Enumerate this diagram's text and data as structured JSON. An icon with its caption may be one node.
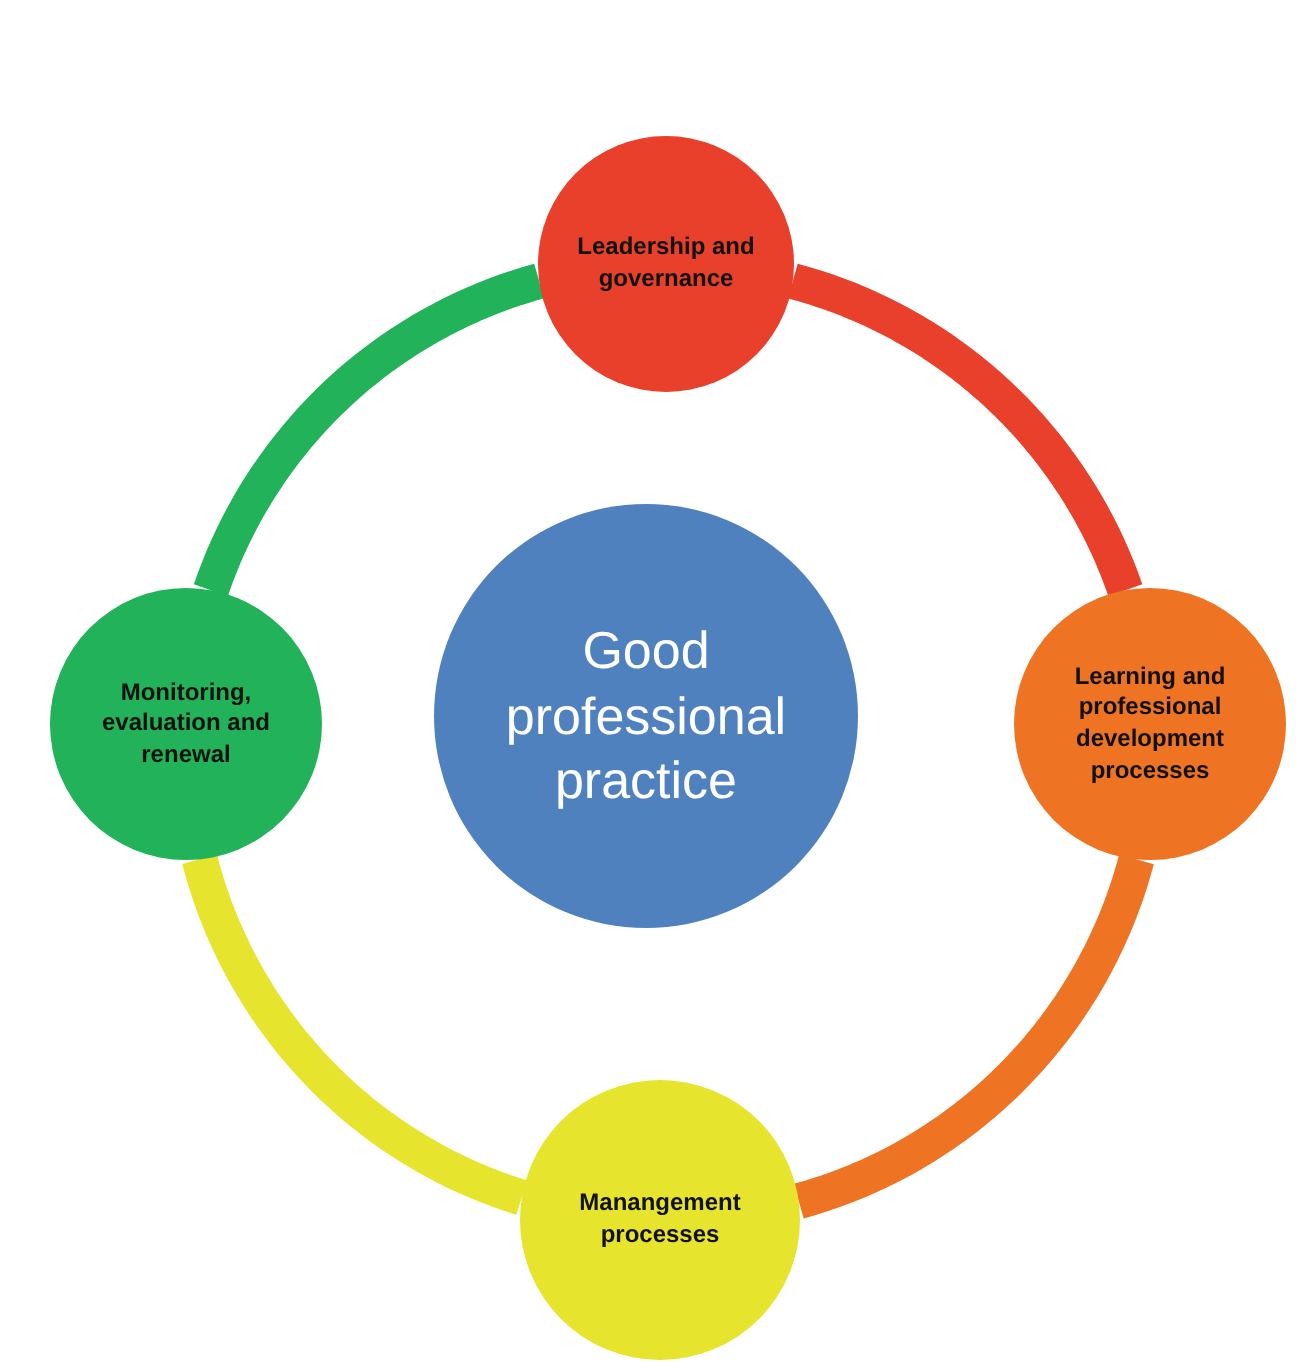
{
  "diagram": {
    "nodes": [
      {
        "text": [
          "Leadership and governance"
        ]
      },
      {
        "text": [
          "Monitoring, evaluation and renewal"
        ]
      },
      {
        "text": [
          "Good professional practice"
        ]
      },
      {
        "text": [
          "Learning and professional development processes"
        ]
      },
      {
        "text": [
          "Manangement processes"
        ]
      }
    ],
    "edges": [
      {
        "from": 0,
        "to": 3,
        "arrow": "none",
        "color": "#e8402a"
      },
      {
        "from": 3,
        "to": 4,
        "arrow": "none",
        "color": "#ee7424"
      },
      {
        "from": 4,
        "to": 1,
        "arrow": "none",
        "color": "#e6e42c"
      },
      {
        "from": 1,
        "to": 0,
        "arrow": "none",
        "color": "#22b25a"
      }
    ]
  }
}
